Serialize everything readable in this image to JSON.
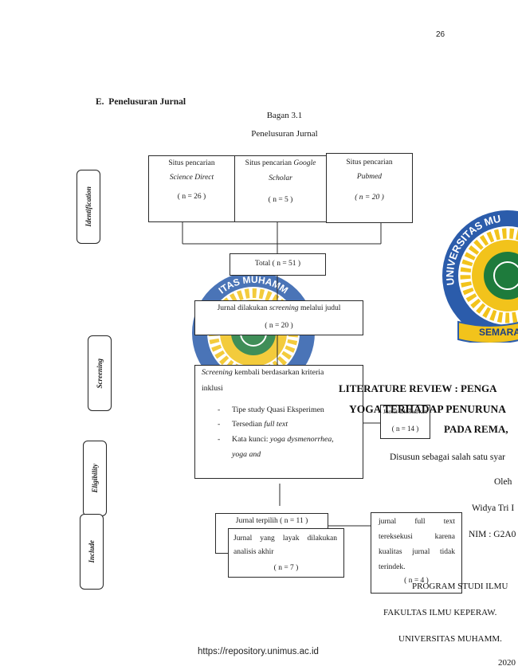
{
  "page": {
    "number": "26",
    "footer_url": "https://repository.unimus.ac.id"
  },
  "section": {
    "heading": "E.  Penelusuran Jurnal"
  },
  "figure": {
    "caption_number": "Bagan 3.1",
    "caption_title": "Penelusuran Jurnal",
    "stage_labels": {
      "identification": "Identification",
      "screening": "Screening",
      "eligibility": "Eligibility",
      "include": "Include"
    },
    "sources": [
      {
        "line1": "Situs pencarian",
        "line2": "Science Direct",
        "count": "( n = 26 )"
      },
      {
        "line1": "Situs pencarian",
        "line1_em": "Google",
        "line2": "Scholar",
        "count": "( n = 5 )"
      },
      {
        "line1": "Situs pencarian",
        "line2": "Pubmed",
        "count": "( n = 20 )"
      }
    ],
    "total": "Total ( n = 51 )",
    "title_screening": {
      "before": "Jurnal dilakukan ",
      "em": "screening",
      "after": " melalui judul",
      "count": "( n = 20 )"
    },
    "criteria_screening": {
      "em": "Screening",
      "text": " kembali berdasarkan kriteria",
      "text2": "inklusi",
      "bullet": "-",
      "items": [
        {
          "text": "Tipe study Quasi Eksperimen"
        },
        {
          "text": "Tersedian ",
          "em": "full text"
        },
        {
          "text": "Kata kunci: ",
          "em": "yoga dysmenorrhea,",
          "em2": "yoga and"
        }
      ]
    },
    "excluded": {
      "label": "Jurnal dikeluarkan",
      "count": "( n = 14 )"
    },
    "selected": "Jurnal terpilih ( n = 11 )",
    "final": {
      "line1": "Jurnal yang layak dilakukan",
      "line2": "analisis akhir",
      "count": "( n = 7 )"
    },
    "fulltext_excluded": {
      "lines": [
        "jurnal full text",
        "tereksekusi karena",
        "kualitas jurnal tidak",
        "terindek."
      ],
      "count": "( n = 4 )"
    }
  },
  "bleed_through": {
    "title_line1": "LITERATURE REVIEW : PENGA",
    "title_line2": "YOGA TERHADAP PENURUNA",
    "title_line3": "PADA REMA,",
    "purpose": "Disusun sebagai salah satu syar",
    "by": "Oleh",
    "author": "Widya Tri I",
    "nim": "NIM : G2A0",
    "program": "PROGRAM STUDI ILMU",
    "faculty": "FAKULTAS ILMU KEPERAW.",
    "university": "UNIVERSITAS MUHAMM.",
    "year": "2020"
  },
  "logos": {
    "left_arc": "ITAS MUHAMM",
    "right_arc": "UNIVERSITAS MU",
    "right_banner": "SEMARA"
  },
  "colors": {
    "ring": "#2b5cab",
    "sun": "#f2c31b",
    "center": "#1e7b3c",
    "banner": "#f2c31b"
  }
}
